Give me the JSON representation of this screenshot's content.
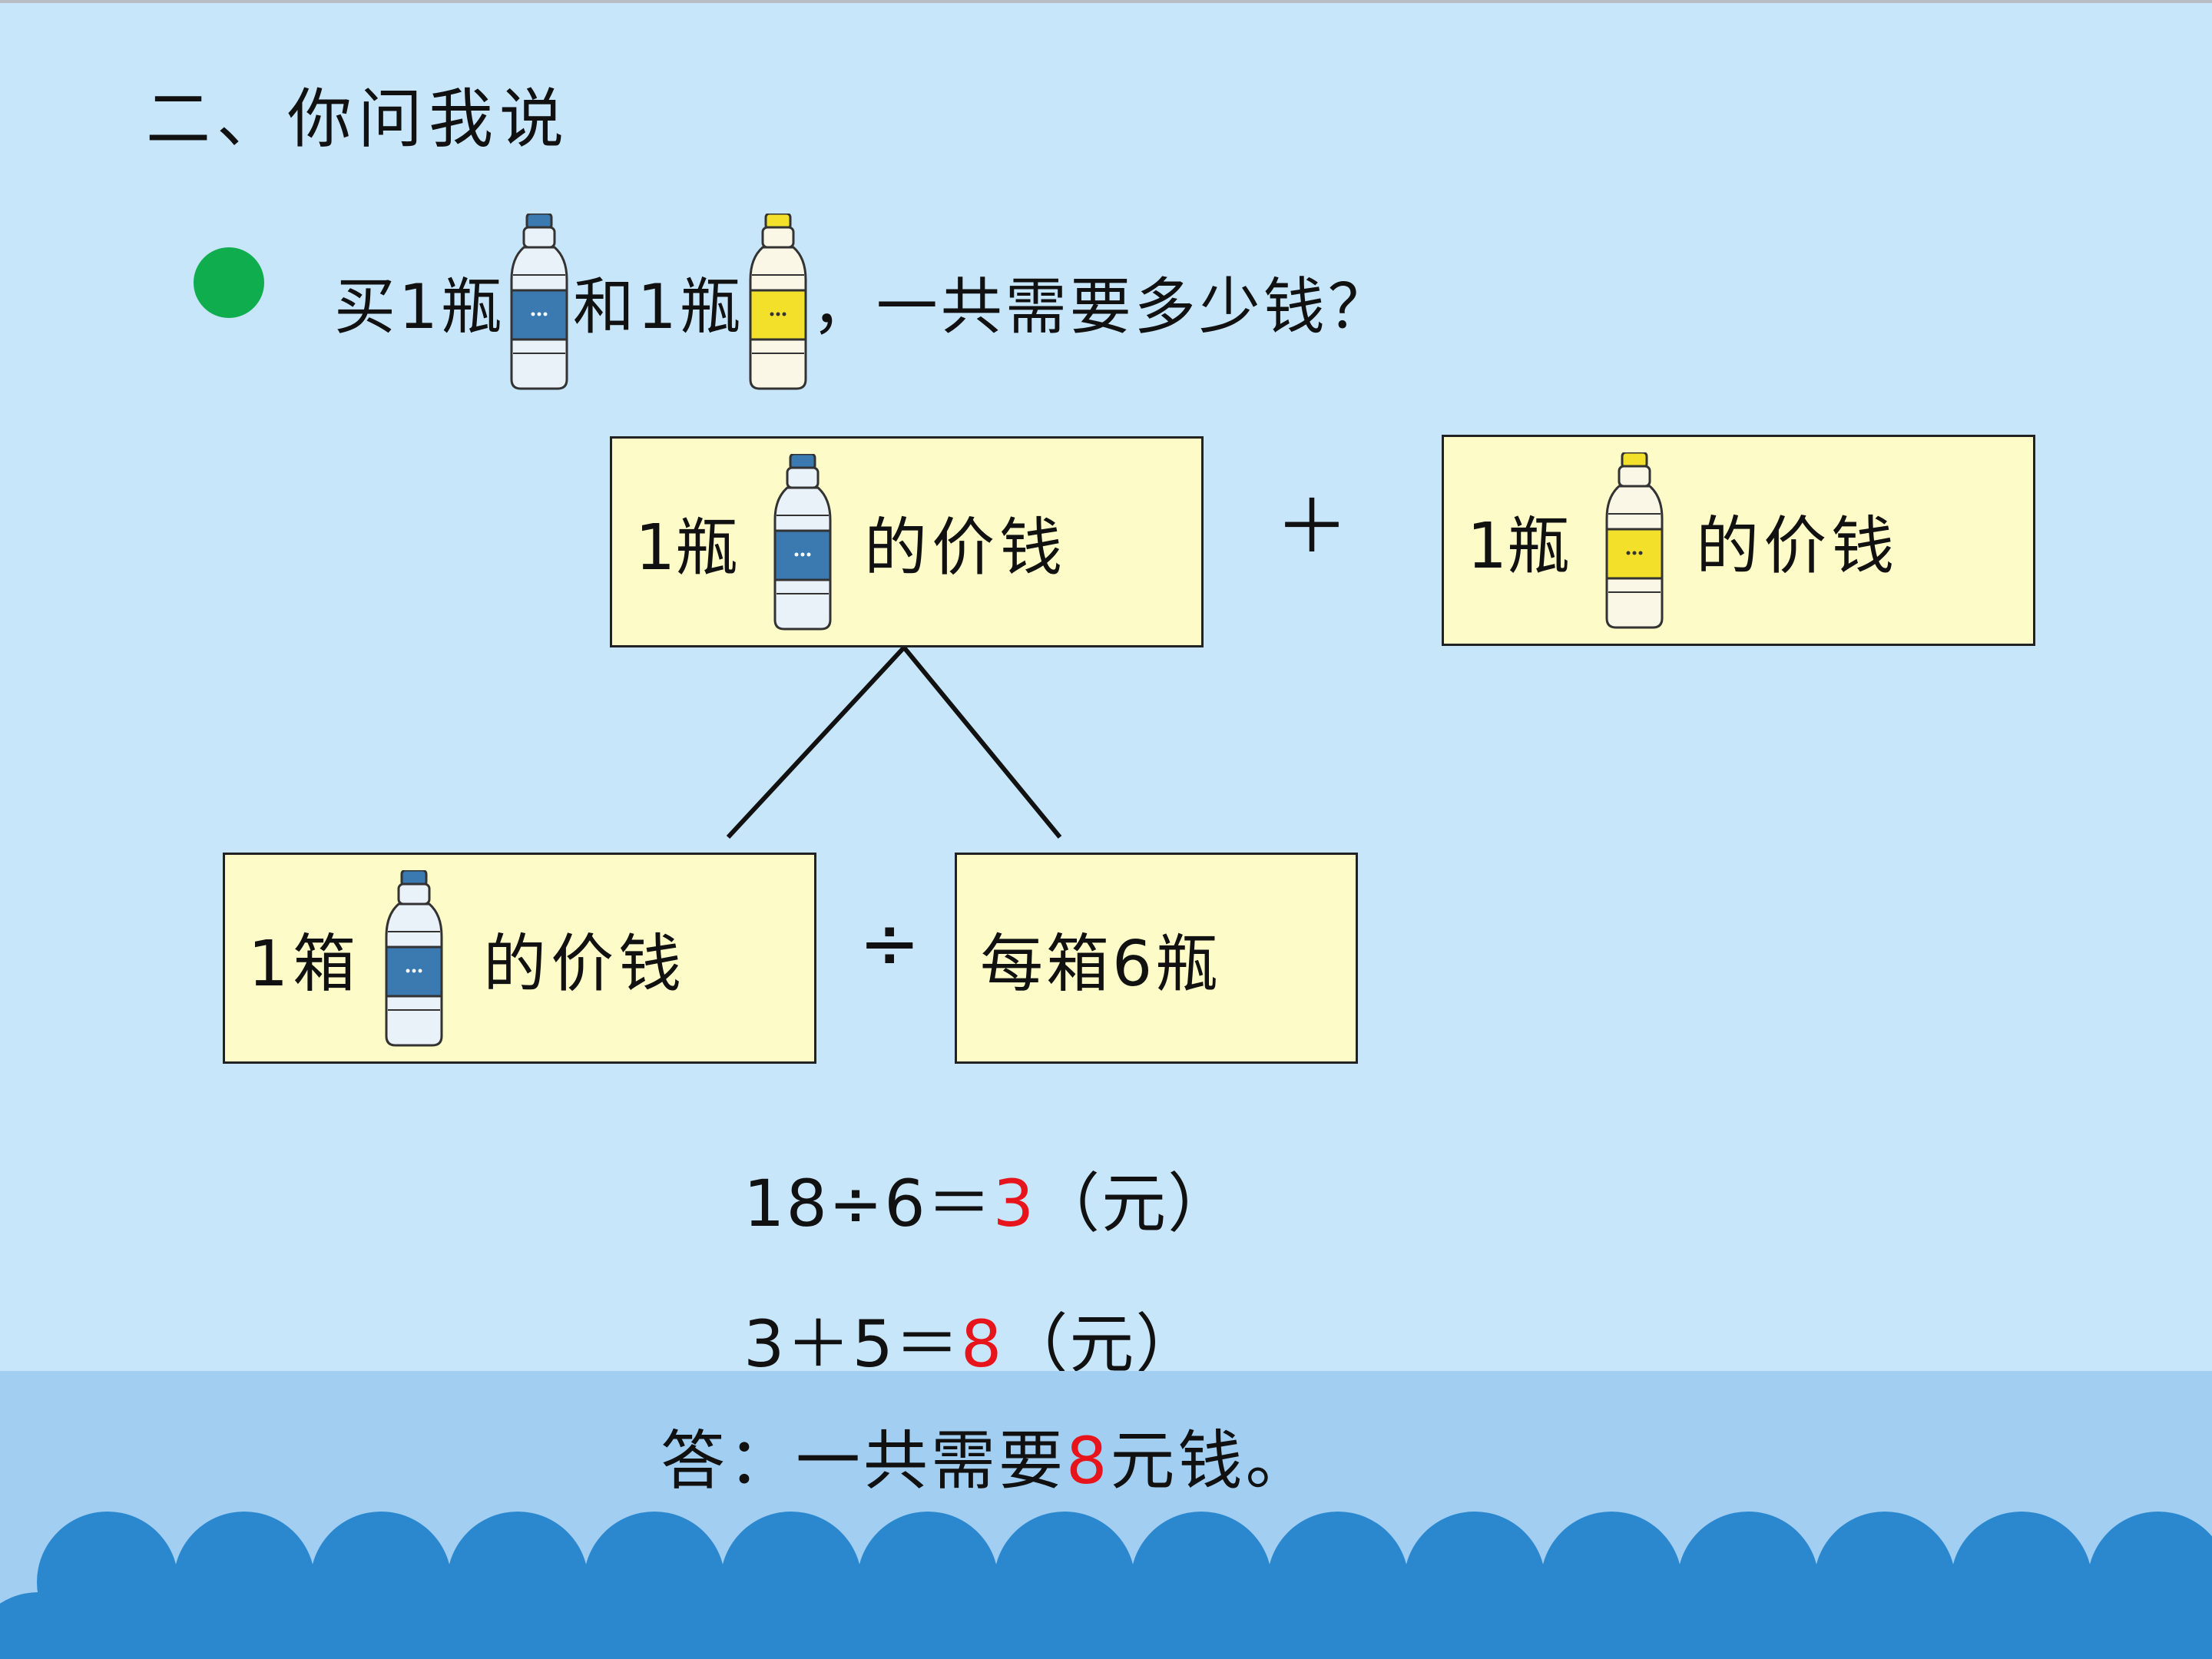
{
  "title": "二、你问我说",
  "question": {
    "part1": "买1瓶",
    "part2": "和1瓶",
    "part3": "，一共需要多少钱？",
    "bottle1_icon": "water-bottle-blue-icon",
    "bottle2_icon": "water-bottle-yellow-icon"
  },
  "boxes": {
    "top_left": {
      "prefix": "1瓶",
      "suffix": "的价钱"
    },
    "top_right": {
      "prefix": "1瓶",
      "suffix": "的价钱"
    },
    "bottom_left": {
      "prefix": "1箱",
      "suffix": "的价钱"
    },
    "bottom_right": {
      "text": "每箱6瓶"
    }
  },
  "operators": {
    "plus": "＋",
    "divide": "÷"
  },
  "equations": {
    "eq1": {
      "expr": "18÷6＝",
      "result": "3",
      "unit": "（元）"
    },
    "eq2": {
      "expr": "3＋5＝",
      "result": "8",
      "unit": "（元）"
    }
  },
  "answer": {
    "prefix": "答：一共需要",
    "value": "8",
    "suffix": "元钱。"
  },
  "colors": {
    "background": "#c8e6fa",
    "box_fill": "#fdfcc8",
    "bullet": "#10ad4e",
    "highlight": "#e8141c",
    "wave": "#2b88cf",
    "bottom_band": "#a2cff1",
    "bottle_blue": "#3a7ab0",
    "bottle_yellow": "#f2e02a"
  }
}
